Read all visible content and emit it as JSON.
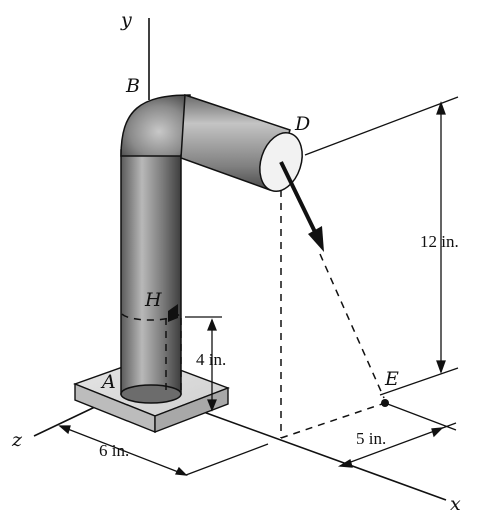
{
  "labels": {
    "axis_y": "y",
    "axis_z": "z",
    "axis_x": "x",
    "point_A": "A",
    "point_B": "B",
    "point_D": "D",
    "point_E": "E",
    "point_H": "H"
  },
  "dimensions": {
    "height_12": "12 in.",
    "width_6": "6 in.",
    "offset_5": "5 in.",
    "height_4": "4 in."
  },
  "colors": {
    "ink": "#111111",
    "pipe_dark": "#4a4a4a",
    "pipe_light": "#bdbdbd",
    "base_fill": "#d8d8d8"
  }
}
